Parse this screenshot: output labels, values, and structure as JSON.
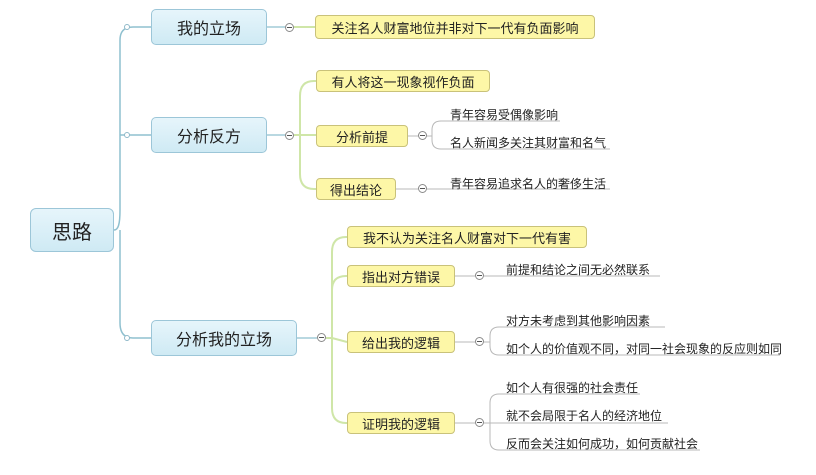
{
  "root": {
    "label": "思路"
  },
  "branches": [
    {
      "label": "我的立场",
      "children": [
        {
          "label": "关注名人财富地位并非对下一代有负面影响"
        }
      ]
    },
    {
      "label": "分析反方",
      "children": [
        {
          "label": "有人将这一现象视作负面"
        },
        {
          "label": "分析前提",
          "leaves": [
            "青年容易受偶像影响",
            "名人新闻多关注其财富和名气"
          ]
        },
        {
          "label": "得出结论",
          "leaves": [
            "青年容易追求名人的奢侈生活"
          ]
        }
      ]
    },
    {
      "label": "分析我的立场",
      "children": [
        {
          "label": "我不认为关注名人财富对下一代有害"
        },
        {
          "label": "指出对方错误",
          "leaves": [
            "前提和结论之间无必然联系"
          ]
        },
        {
          "label": "给出我的逻辑",
          "leaves": [
            "对方未考虑到其他影响因素",
            "如个人的价值观不同，对同一社会现象的反应则如同"
          ]
        },
        {
          "label": "证明我的逻辑",
          "leaves": [
            "如个人有很强的社会责任",
            "就不会局限于名人的经济地位",
            "反而会关注如何成功，如何贡献社会"
          ]
        }
      ]
    }
  ],
  "colors": {
    "line_main": "#8fc0cf",
    "line_yellow": "#cfe6a8",
    "line_leaf": "#b8b8b8"
  }
}
